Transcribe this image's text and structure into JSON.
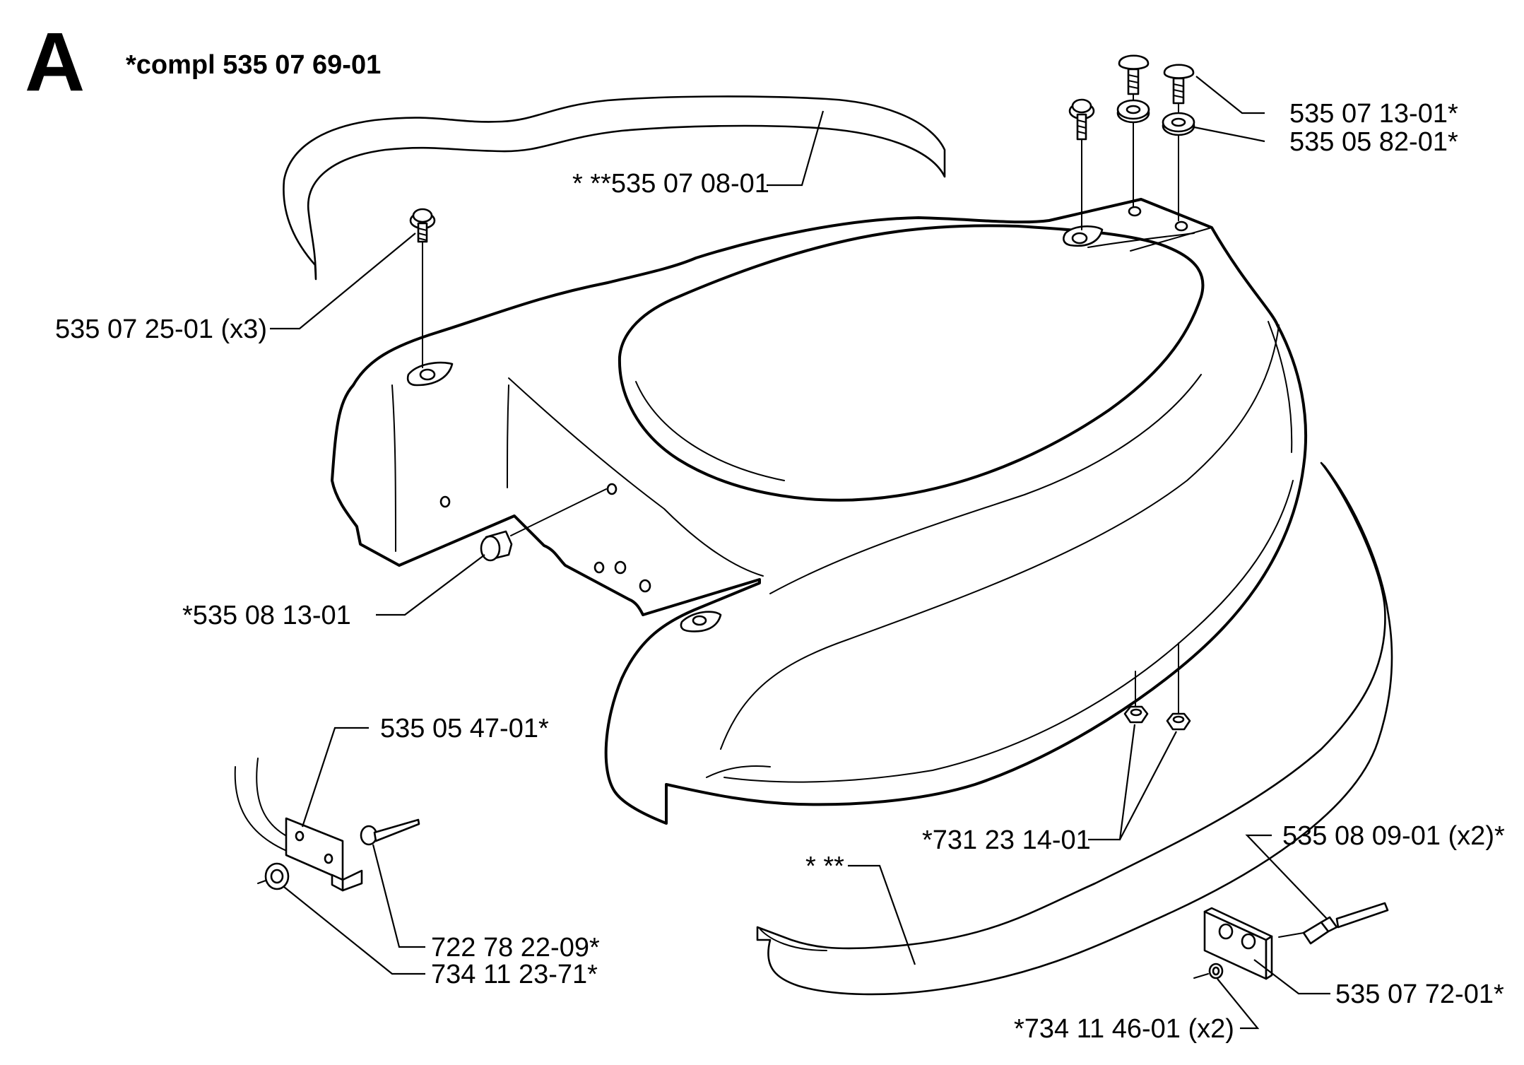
{
  "section_letter": "A",
  "assembly": "*compl 535 07 69-01",
  "part_labels": {
    "top_strip": "* **535 07 08-01",
    "top_bolt": "535 07 13-01*",
    "top_washer": "535 05 82-01*",
    "left_screw": "535 07 25-01 (x3)",
    "front_plug": "*535 08 13-01",
    "bracket": "535 05 47-01*",
    "bracket_pin": "722 78 22-09*",
    "bracket_washer": "734 11 23-71*",
    "nuts": "*731 23 14-01",
    "front_strip": "* **",
    "clamp_bolt": "535 08 09-01 (x2)*",
    "clamp_plate": "535 07 72-01*",
    "clamp_washer": "*734 11 46-01 (x2)"
  }
}
